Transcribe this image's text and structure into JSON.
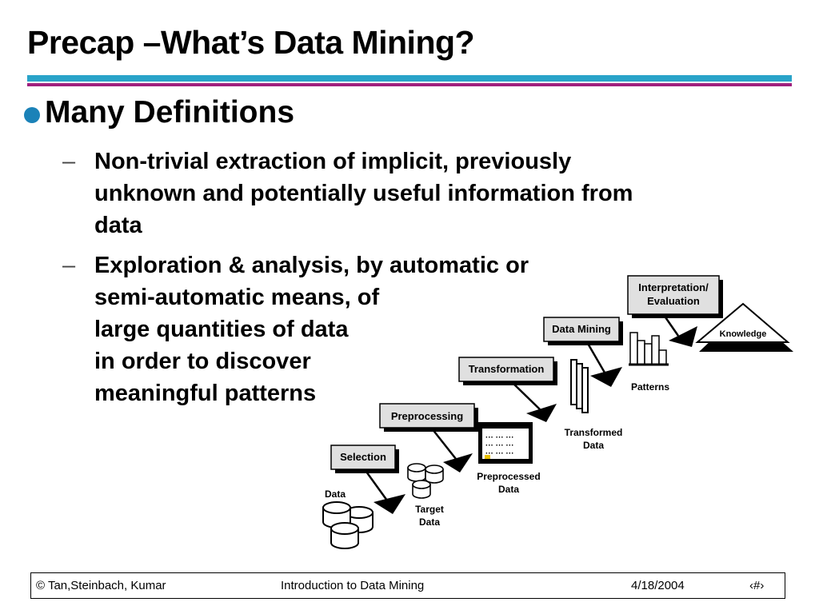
{
  "title": "Precap –What’s Data Mining?",
  "colors": {
    "rule_top": "#29a3c9",
    "rule_bottom": "#a0207e",
    "bullet": "#1b82b8"
  },
  "main": {
    "heading": "Many Definitions",
    "bullets": [
      {
        "dash": "–",
        "lines": [
          "Non-trivial extraction of implicit, previously",
          "unknown and potentially useful information from",
          "data"
        ]
      },
      {
        "dash": "–",
        "lines": [
          "Exploration & analysis, by automatic or",
          "semi-automatic means, of",
          "large quantities of data",
          "in order to discover",
          "meaningful patterns"
        ]
      }
    ]
  },
  "diagram": {
    "steps": [
      "Selection",
      "Preprocessing",
      "Transformation",
      "Data Mining",
      "Interpretation/",
      "Evaluation"
    ],
    "artifacts": {
      "data": "Data",
      "target_1": "Target",
      "target_2": "Data",
      "preprocessed_1": "Preprocessed",
      "preprocessed_2": "Data",
      "transformed_1": "Transformed",
      "transformed_2": "Data",
      "patterns": "Patterns",
      "knowledge": "Knowledge"
    }
  },
  "footer": {
    "copyright": "© Tan,Steinbach, Kumar",
    "course": "Introduction to Data Mining",
    "date": "4/18/2004",
    "page": "‹#›"
  }
}
